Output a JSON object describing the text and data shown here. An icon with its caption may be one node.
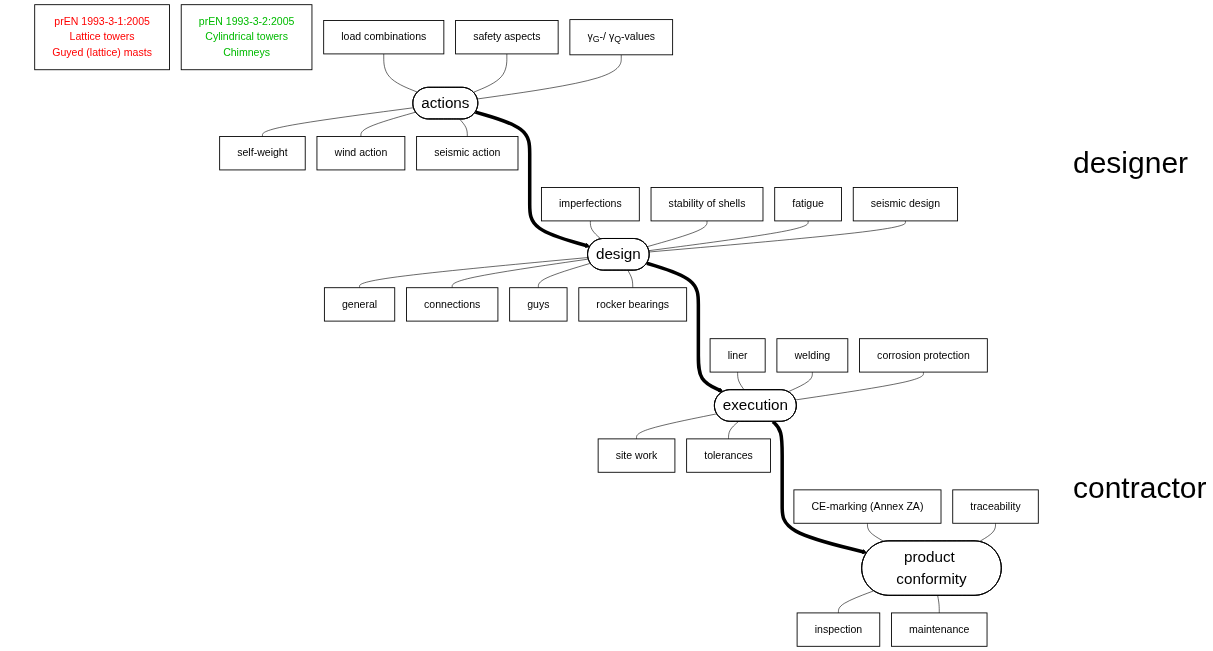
{
  "diagram": {
    "nodes": [
      {
        "text": [
          "prEN 1993-3-1:2005",
          "Lattice towers",
          "Guyed (lattice) masts"
        ]
      },
      {
        "text": [
          "prEN 1993-3-2:2005",
          "Cylindrical towers",
          "Chimneys"
        ]
      },
      {
        "text": [
          "load combinations"
        ]
      },
      {
        "text": [
          "self-weight"
        ]
      },
      {
        "text": [
          "actions"
        ]
      },
      {
        "text": [
          "safety aspects"
        ]
      },
      {
        "text": [
          "wind action"
        ]
      },
      {
        "text": [
          "γ$_{G}$-/ γ$_{Q}$-values"
        ]
      },
      {
        "text": [
          "seismic action"
        ]
      },
      {
        "text": [
          "imperfections"
        ]
      },
      {
        "text": [
          "general"
        ]
      },
      {
        "text": [
          "stability of shells"
        ]
      },
      {
        "text": [
          "design"
        ]
      },
      {
        "text": [
          "connections"
        ]
      },
      {
        "text": [
          "fatigue"
        ]
      },
      {
        "text": [
          "guys"
        ]
      },
      {
        "text": [
          "seismic design"
        ]
      },
      {
        "text": [
          "rocker bearings"
        ]
      },
      {
        "text": [
          "liner"
        ]
      },
      {
        "text": [
          "site work"
        ]
      },
      {
        "text": [
          "welding"
        ]
      },
      {
        "text": [
          "execution"
        ]
      },
      {
        "text": [
          "tolerances"
        ]
      },
      {
        "text": [
          "corrosion protection"
        ]
      },
      {
        "text": [
          "CE-marking (Annex ZA)"
        ]
      },
      {
        "text": [
          "inspection"
        ]
      },
      {
        "text": [
          "product conformity"
        ]
      },
      {
        "text": [
          "traceability"
        ]
      },
      {
        "text": [
          "maintenance"
        ]
      }
    ],
    "edges": [
      {
        "from": 2,
        "to": 4,
        "arrow": "none"
      },
      {
        "from": 4,
        "to": 3,
        "arrow": "none"
      },
      {
        "from": 5,
        "to": 4,
        "arrow": "none"
      },
      {
        "from": 4,
        "to": 6,
        "arrow": "none"
      },
      {
        "from": 7,
        "to": 4,
        "arrow": "none"
      },
      {
        "from": 4,
        "to": 8,
        "arrow": "none"
      },
      {
        "from": 4,
        "to": 12,
        "arrow": "to",
        "style": "thick"
      },
      {
        "from": 9,
        "to": 12,
        "arrow": "none"
      },
      {
        "from": 12,
        "to": 10,
        "arrow": "none"
      },
      {
        "from": 11,
        "to": 12,
        "arrow": "none"
      },
      {
        "from": 12,
        "to": 13,
        "arrow": "none"
      },
      {
        "from": 14,
        "to": 12,
        "arrow": "none"
      },
      {
        "from": 12,
        "to": 15,
        "arrow": "none"
      },
      {
        "from": 16,
        "to": 12,
        "arrow": "none"
      },
      {
        "from": 12,
        "to": 17,
        "arrow": "none"
      },
      {
        "from": 12,
        "to": 21,
        "arrow": "to",
        "style": "thick"
      },
      {
        "from": 18,
        "to": 21,
        "arrow": "none"
      },
      {
        "from": 21,
        "to": 19,
        "arrow": "none"
      },
      {
        "from": 20,
        "to": 21,
        "arrow": "none"
      },
      {
        "from": 21,
        "to": 22,
        "arrow": "none"
      },
      {
        "from": 23,
        "to": 21,
        "arrow": "none"
      },
      {
        "from": 21,
        "to": 26,
        "arrow": "to",
        "style": "thick"
      },
      {
        "from": 24,
        "to": 26,
        "arrow": "none"
      },
      {
        "from": 26,
        "to": 25,
        "arrow": "none"
      },
      {
        "from": 27,
        "to": 26,
        "arrow": "none"
      },
      {
        "from": 26,
        "to": 28,
        "arrow": "none"
      }
    ],
    "labels": [
      "designer",
      "contractor"
    ]
  }
}
